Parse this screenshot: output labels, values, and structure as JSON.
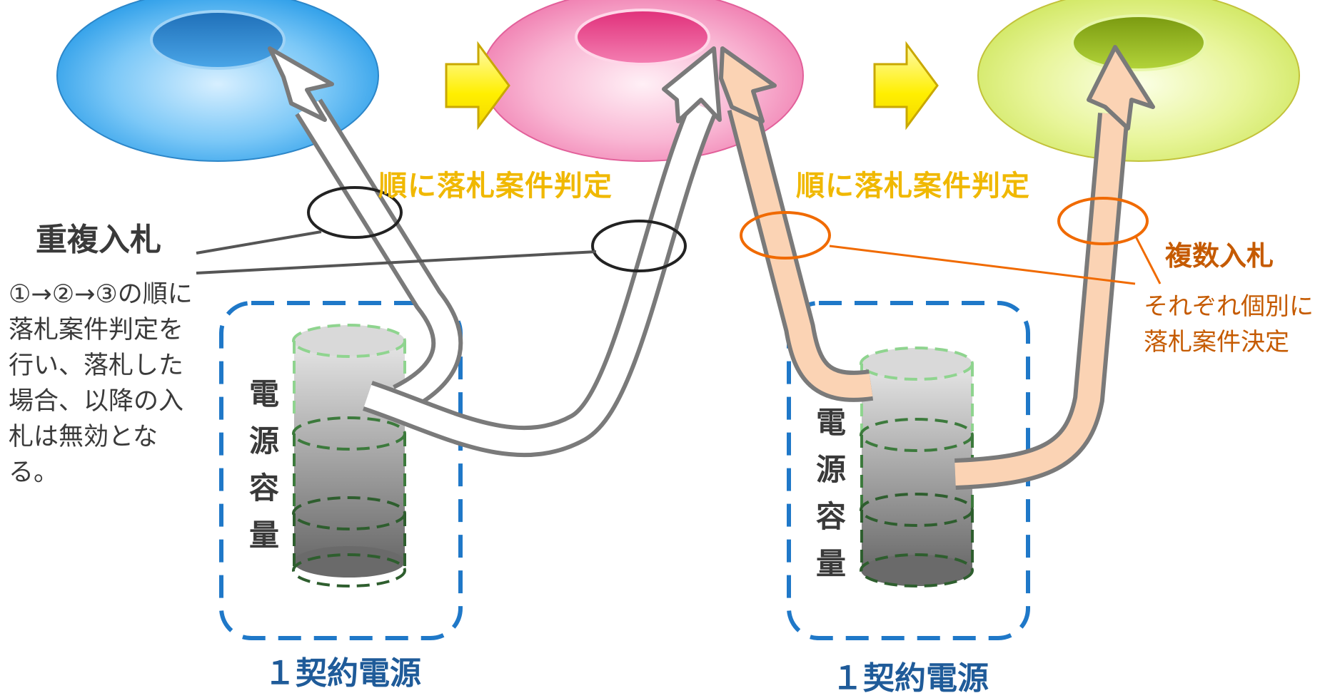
{
  "step_labels": [
    "順に落札案件判定",
    "順に落札案件判定"
  ],
  "left": {
    "title": "重複入札",
    "note": "①→②→③の順に落札案件判定を行い、落札した場合、以降の入札は無効となる。",
    "capacity_label": "電源容量",
    "unit_label": "１契約電源"
  },
  "right": {
    "title": "複数入札",
    "note": "それぞれ個別に落札案件決定",
    "capacity_label": "電源容量",
    "unit_label": "１契約電源"
  },
  "colors": {
    "disk1": "#3aa0e8",
    "disk2": "#f27bb0",
    "disk3": "#cfe85a",
    "step_arrow": "#fff200",
    "label_gold": "#f0b800",
    "dark_ring": "#222222",
    "orange_ring": "#f06a00",
    "dash_box": "#1f78c8",
    "arrow_white": "#ffffff",
    "arrow_peach": "#fbd3b4"
  }
}
